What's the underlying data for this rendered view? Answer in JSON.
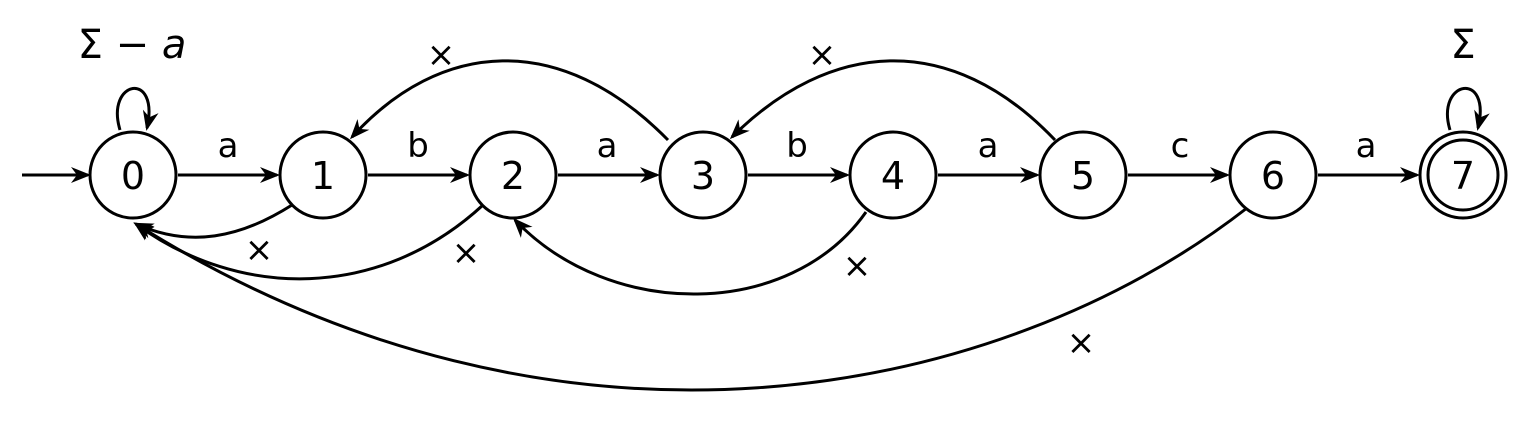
{
  "states": [
    {
      "id": "0",
      "label": "0",
      "start": true,
      "accepting": false
    },
    {
      "id": "1",
      "label": "1",
      "start": false,
      "accepting": false
    },
    {
      "id": "2",
      "label": "2",
      "start": false,
      "accepting": false
    },
    {
      "id": "3",
      "label": "3",
      "start": false,
      "accepting": false
    },
    {
      "id": "4",
      "label": "4",
      "start": false,
      "accepting": false
    },
    {
      "id": "5",
      "label": "5",
      "start": false,
      "accepting": false
    },
    {
      "id": "6",
      "label": "6",
      "start": false,
      "accepting": false
    },
    {
      "id": "7",
      "label": "7",
      "start": false,
      "accepting": true
    }
  ],
  "transitions": [
    {
      "from": "0",
      "to": "1",
      "label": "a"
    },
    {
      "from": "1",
      "to": "2",
      "label": "b"
    },
    {
      "from": "2",
      "to": "3",
      "label": "a"
    },
    {
      "from": "3",
      "to": "4",
      "label": "b"
    },
    {
      "from": "4",
      "to": "5",
      "label": "a"
    },
    {
      "from": "5",
      "to": "6",
      "label": "c"
    },
    {
      "from": "6",
      "to": "7",
      "label": "a"
    }
  ],
  "back_transitions": [
    {
      "from": "3",
      "to": "1",
      "label": "×"
    },
    {
      "from": "5",
      "to": "3",
      "label": "×"
    },
    {
      "from": "1",
      "to": "0",
      "label": "×"
    },
    {
      "from": "2",
      "to": "0",
      "label": "×"
    },
    {
      "from": "4",
      "to": "2",
      "label": "×"
    },
    {
      "from": "6",
      "to": "0",
      "label": "×"
    }
  ],
  "self_loops": [
    {
      "state": "0",
      "label_main": "Σ − ",
      "label_italic": "a"
    },
    {
      "state": "7",
      "label_main": "Σ",
      "label_italic": ""
    }
  ]
}
